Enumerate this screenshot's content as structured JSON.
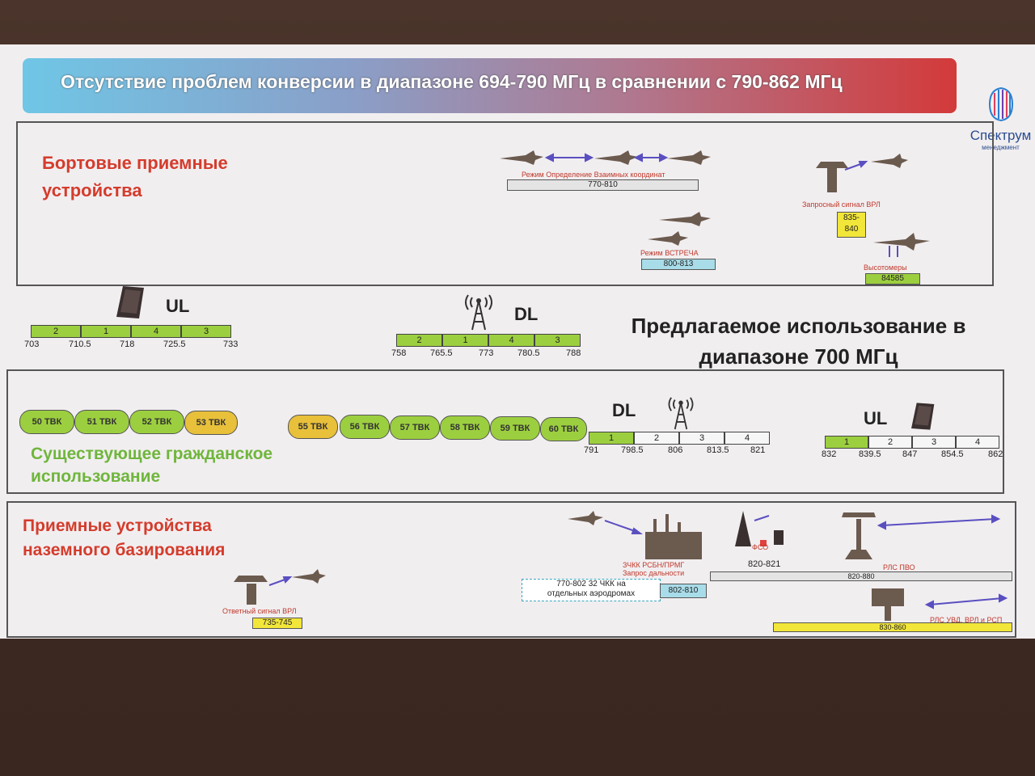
{
  "title": "Отсутствие проблем конверсии в диапазоне 694-790 МГц в сравнении с 790-862 МГц",
  "logo": {
    "name": "Спектрум",
    "sub": "менеджмент"
  },
  "colors": {
    "accent_red": "#d43c2c",
    "green": "#9ccf3f",
    "yellow": "#e8c03a",
    "text_green": "#6fb63b"
  },
  "section1": {
    "label_line1": "Бортовые приемные",
    "label_line2": "устройства",
    "mode1_label": "Режим Определение Взаимных координат",
    "mode1_range": "770-810",
    "mode2_label": "Режим ВСТРЕЧА",
    "mode2_range": "800-813",
    "vrl_label": "Запросный сигнал ВРЛ",
    "vrl_range1": "835-",
    "vrl_range2": "840",
    "alt_label": "Высотомеры",
    "alt_range": "84585"
  },
  "ul700": {
    "label": "UL",
    "segments": [
      "2",
      "1",
      "4",
      "3"
    ],
    "ticks": [
      "703",
      "710.5",
      "718",
      "725.5",
      "733"
    ]
  },
  "dl700": {
    "label": "DL",
    "segments": [
      "2",
      "1",
      "4",
      "3"
    ],
    "ticks": [
      "758",
      "765.5",
      "773",
      "780.5",
      "788"
    ]
  },
  "proposed": {
    "line1": "Предлагаемое использование в",
    "line2": "диапазоне 700 МГц"
  },
  "section2": {
    "tv_left": [
      "50 ТВК",
      "51 ТВК",
      "52 ТВК",
      "53 ТВК"
    ],
    "tv_right": [
      "55 ТВК",
      "56 ТВК",
      "57 ТВК",
      "58 ТВК",
      "59 ТВК",
      "60 ТВК"
    ],
    "label_line1": "Существующее гражданское",
    "label_line2": "использование",
    "dl_label": "DL",
    "dl_segments": [
      "1",
      "2",
      "3",
      "4"
    ],
    "dl_ticks": [
      "791",
      "798.5",
      "806",
      "813.5",
      "821"
    ],
    "ul_label": "UL",
    "ul_segments": [
      "1",
      "2",
      "3",
      "4"
    ],
    "ul_ticks": [
      "832",
      "839.5",
      "847",
      "854.5",
      "862"
    ]
  },
  "section3": {
    "label_line1": "Приемные устройства",
    "label_line2": "наземного базирования",
    "vrl_label": "Ответный сигнал ВРЛ",
    "vrl_range": "735-745",
    "rsbn_line1": "ЗЧКК РСБН/ПРМГ",
    "rsbn_line2": "Запрос дальности",
    "chkk_line1": "770-802 32 ЧКК на",
    "chkk_line2": "отдельных аэродромах",
    "chkk_range": "802-810",
    "fso_label": "ФСО",
    "fso_range": "820-821",
    "rls_pvo": "РЛС ПВО",
    "rls_pvo_range": "820-880",
    "rls_uvd": "РЛС УВД, ВРЛ и РСП",
    "rls_uvd_range": "830-860"
  }
}
